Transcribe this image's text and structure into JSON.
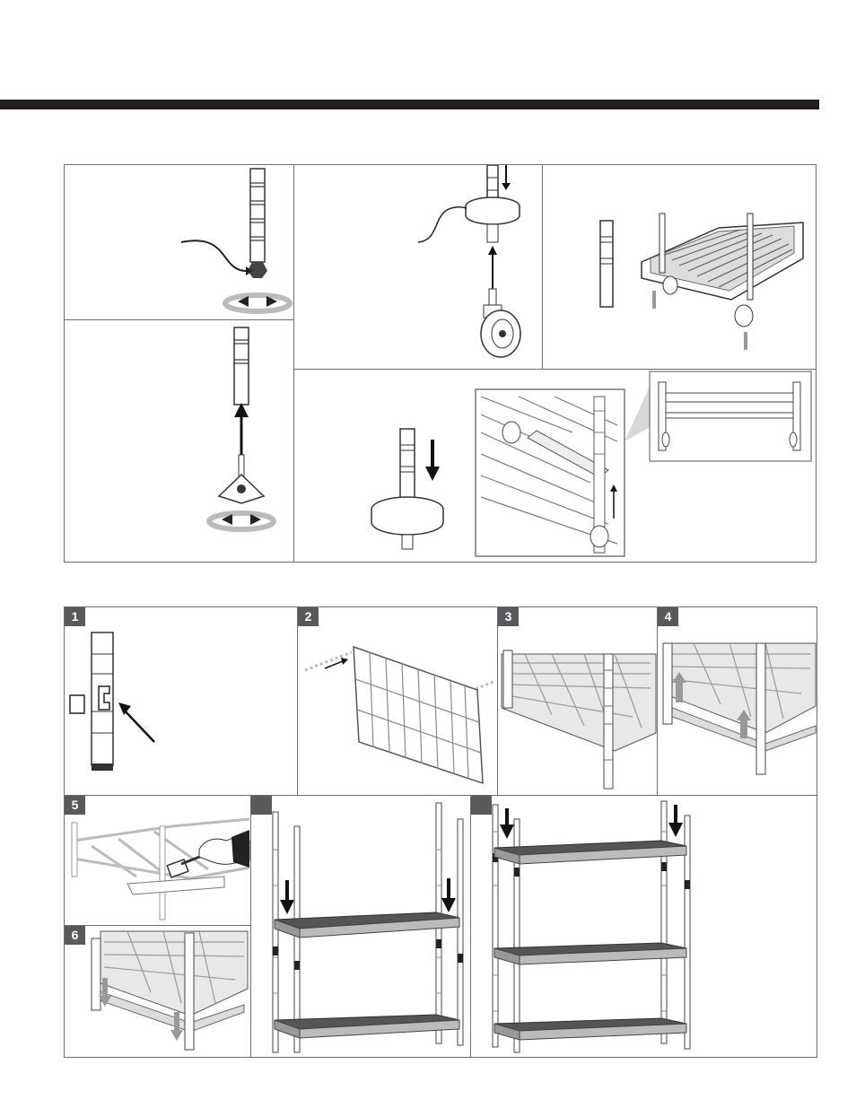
{
  "page": {
    "header_bar_color": "#231f20",
    "frame_color": "#6d6e71",
    "badge_color": "#58595b"
  },
  "steps": {
    "s1": "1",
    "s2": "2",
    "s3": "3",
    "s4": "4",
    "s5": "5",
    "s6": "6",
    "s7": "",
    "s8": ""
  },
  "illustrations": [
    "post-with-leveling-foot-icon",
    "caster-bumper-icon",
    "post-and-cart-frame-icon",
    "post-with-stem-caster-icon",
    "bumper-on-post-icon",
    "cart-corner-detail-icon",
    "split-sleeve-icon",
    "shelf-insert-icon",
    "shelf-on-posts-icon",
    "shelf-raise-icon",
    "mallet-tap-icon",
    "shelf-settle-icon",
    "two-shelf-unit-icon",
    "three-shelf-unit-icon"
  ]
}
